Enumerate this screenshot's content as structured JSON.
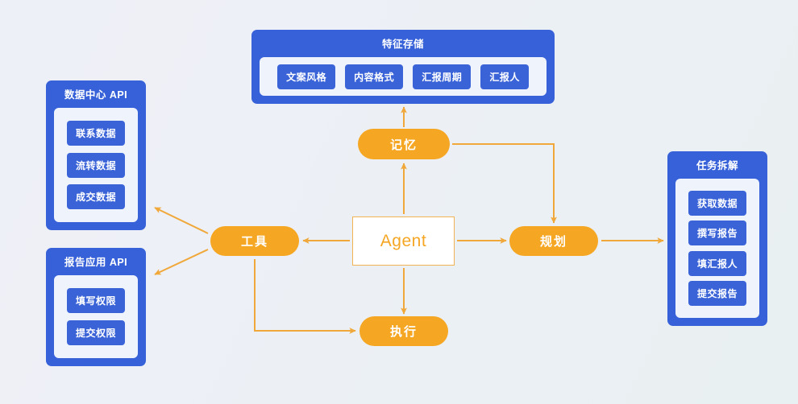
{
  "meta": {
    "background_start": "#eef0f7",
    "background_end": "#e9f0f2",
    "blue": "#3761d8",
    "chip_blue": "#3a63d8",
    "panel_inner": "#eff3fc",
    "orange": "#f5a623",
    "arrow": "#f0a83a"
  },
  "panels": {
    "feature_store": {
      "title": "特征存储",
      "items": [
        "文案风格",
        "内容格式",
        "汇报周期",
        "汇报人"
      ]
    },
    "data_center_api": {
      "title": "数据中心 API",
      "items": [
        "联系数据",
        "流转数据",
        "成交数据"
      ]
    },
    "report_app_api": {
      "title": "报告应用 API",
      "items": [
        "填写权限",
        "提交权限"
      ]
    },
    "task_breakdown": {
      "title": "任务拆解",
      "items": [
        "获取数据",
        "撰写报告",
        "填汇报人",
        "提交报告"
      ]
    }
  },
  "nodes": {
    "agent": "Agent",
    "memory": "记忆",
    "tool": "工具",
    "plan": "规划",
    "execute": "执行"
  }
}
